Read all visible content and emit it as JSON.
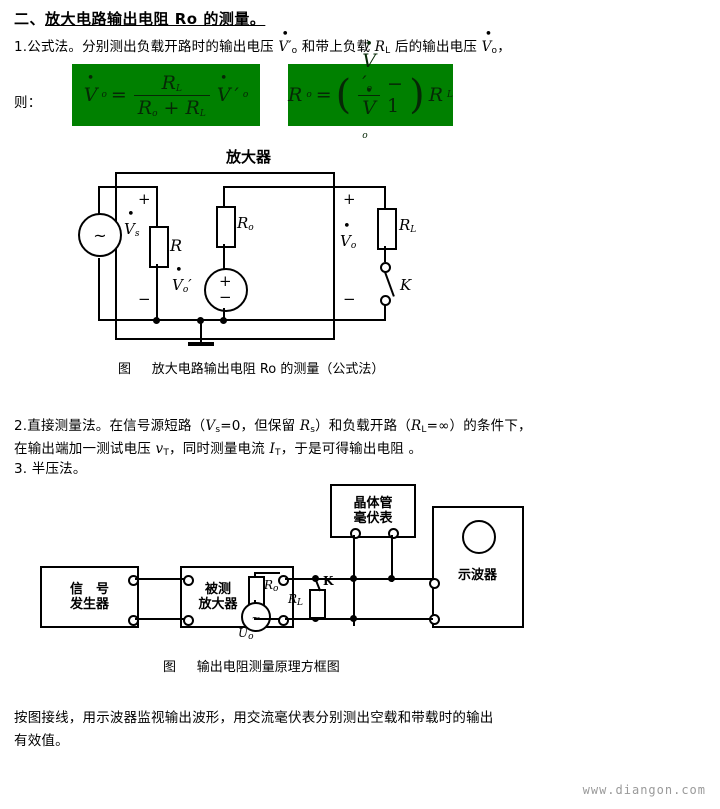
{
  "document": {
    "title_prefix": "二、",
    "title": "放大电路输出电阻 Ro 的测量。",
    "paragraph_1": "1.公式法。分别测出负载开路时的输出电压 V̇'o 和带上负载 RL 后的输出电压 V̇o，",
    "paragraph_1_plain": "1.公式法。分别测出负载开路时的输出电压",
    "paragraph_1_mid": "和带上负载",
    "paragraph_1_end": "后的输出电压",
    "then_label": "则：",
    "paragraph_2_line1": "2.直接测量法。在信号源短路（Vs=0，但保留 Rs）和负载开路（RL=∞）的条件下，",
    "paragraph_2_line2": "在输出端加一测试电压 vT，同时测量电流 IT，于是可得输出电阻 。",
    "paragraph_3": "3. 半压法。",
    "paragraph_4_line1": "按图接线，用示波器监视输出波形，用交流毫伏表分别测出空载和带载时的输出",
    "paragraph_4_line2": "有效值。",
    "watermark": "www.diangon.com"
  },
  "formulas": {
    "box_color": "#008000",
    "formula_1": {
      "lhs": "V̇o",
      "lhs_main": "V",
      "lhs_sub": "o",
      "equals": "=",
      "numerator": "R",
      "numerator_sub": "L",
      "denominator_left": "R",
      "denominator_left_sub": "o",
      "denominator_plus": "+",
      "denominator_right": "R",
      "denominator_right_sub": "L",
      "rhs": "V",
      "rhs_sub": "o",
      "rhs_prime": "′",
      "text": "V̇o = RL / (Ro + RL) · V̇'o"
    },
    "formula_2": {
      "lhs": "R",
      "lhs_sub": "o",
      "equals": "=",
      "numerator": "V",
      "numerator_sub": "o",
      "numerator_prime": "′",
      "denominator": "V",
      "denominator_sub": "o",
      "minus_one": "− 1",
      "rhs": "R",
      "rhs_sub": "L",
      "text": "Ro = ( V̇'o / V̇o − 1 ) RL"
    }
  },
  "figure_1": {
    "amplifier_label": "放大器",
    "caption_prefix": "图",
    "caption": "放大电路输出电阻 Ro 的测量（公式法）",
    "source_symbol": "~",
    "source_label": "V",
    "source_label_sub": "s",
    "resistor_r": "R",
    "resistor_ro": "R",
    "resistor_ro_sub": "o",
    "resistor_rl": "R",
    "resistor_rl_sub": "L",
    "inner_source_label": "V",
    "inner_source_label_sub": "o",
    "inner_source_prime": "′",
    "inner_source_plus": "+",
    "inner_source_minus": "−",
    "output_label": "V",
    "output_label_sub": "o",
    "switch_label": "K",
    "plus_left": "+",
    "minus_left": "−",
    "plus_right": "+",
    "minus_right": "−"
  },
  "figure_2": {
    "block_signal_generator_line1": "信　号",
    "block_signal_generator_line2": "发生器",
    "block_amplifier_line1": "被测",
    "block_amplifier_line2": "放大器",
    "block_millivoltmeter_line1": "晶体管",
    "block_millivoltmeter_line2": "毫伏表",
    "block_oscilloscope": "示波器",
    "source_symbol": "~",
    "source_label": "U",
    "source_label_sub": "o",
    "resistor_ro": "R",
    "resistor_ro_sub": "o",
    "resistor_rl": "R",
    "resistor_rl_sub": "L",
    "switch_label": "K",
    "caption_prefix": "图",
    "caption": "输出电阻测量原理方框图"
  }
}
